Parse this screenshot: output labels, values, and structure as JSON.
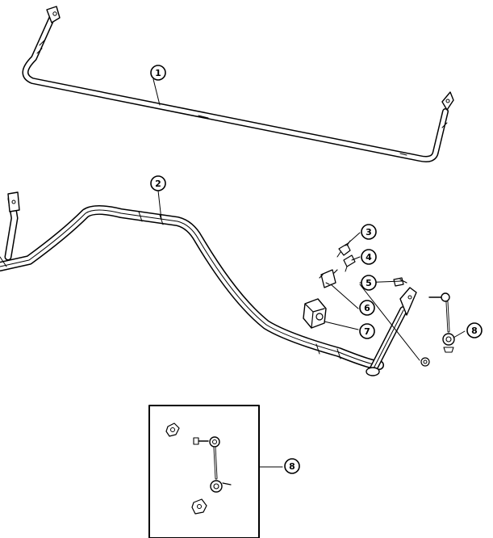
{
  "callouts": {
    "c1": "1",
    "c2": "2",
    "c3": "3",
    "c4": "4",
    "c5": "5",
    "c6": "6",
    "c7": "7",
    "c8": "8",
    "c8_detail": "8"
  }
}
